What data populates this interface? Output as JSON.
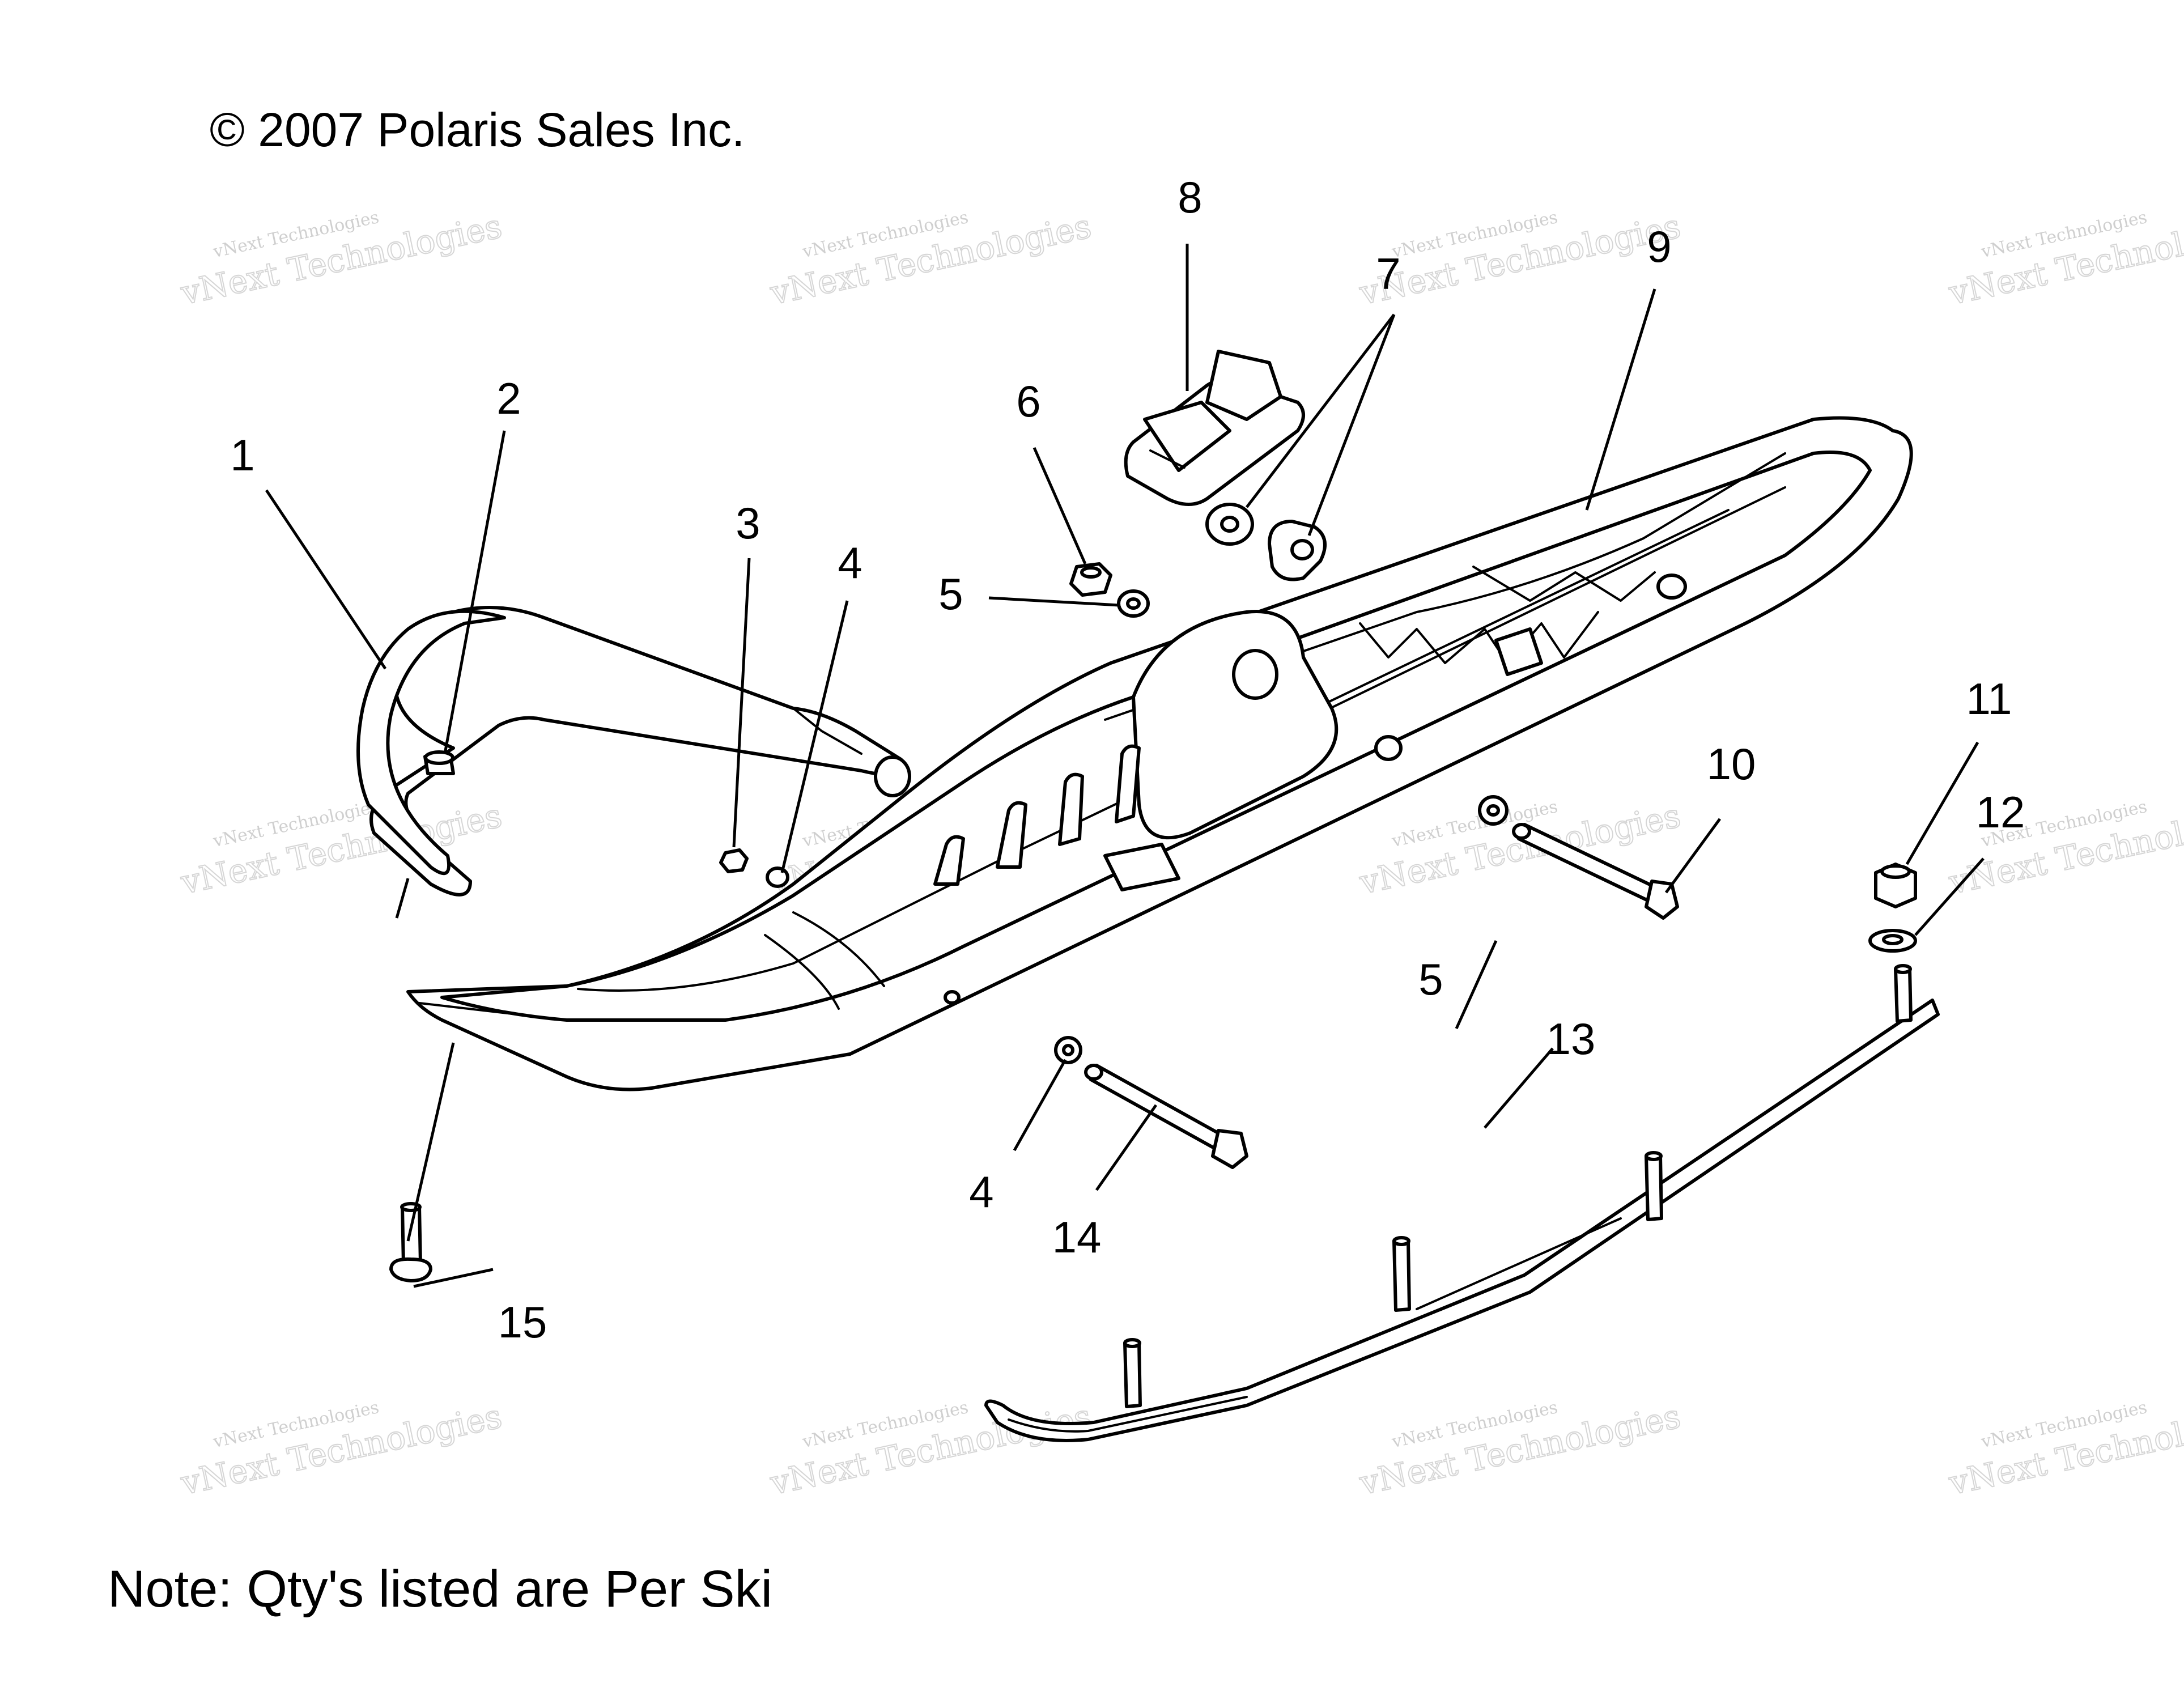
{
  "copyright": "© 2007 Polaris Sales Inc.",
  "note": "Note: Qty's listed are Per Ski",
  "watermark": {
    "line1": "vNext Technologies",
    "line2": "vNext Technologies"
  },
  "callouts": [
    "1",
    "2",
    "3",
    "4",
    "5",
    "6",
    "7",
    "8",
    "9",
    "10",
    "11",
    "12",
    "13",
    "5",
    "4",
    "14",
    "15"
  ]
}
